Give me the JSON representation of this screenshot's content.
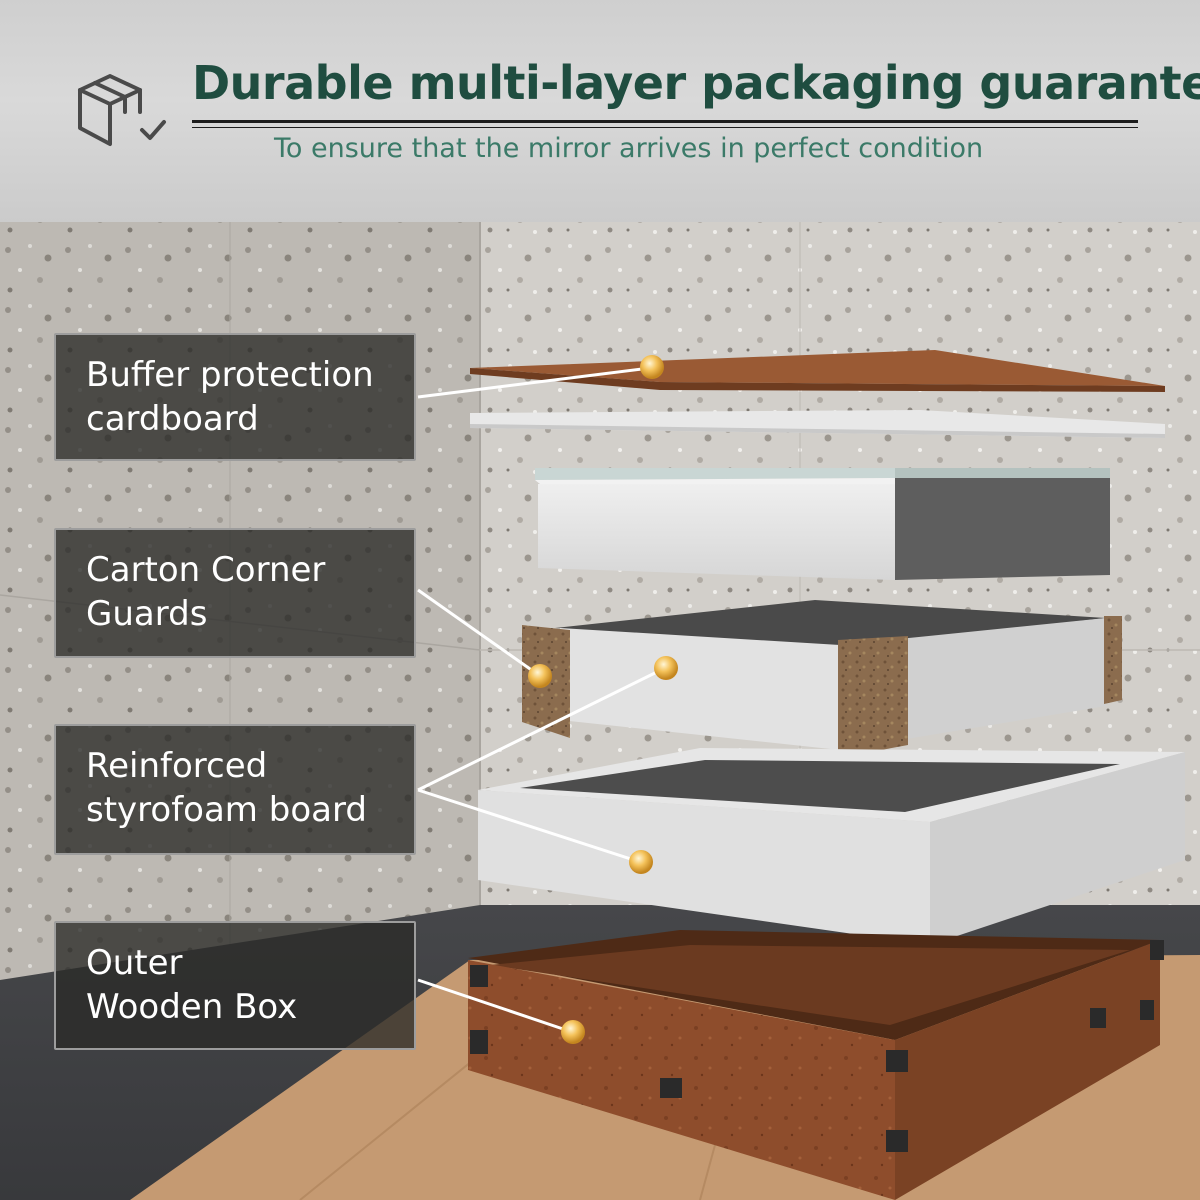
{
  "header": {
    "title": "Durable multi-layer packaging guarantee",
    "subtitle": "To ensure that the mirror arrives in perfect condition",
    "icon": "box-check-icon"
  },
  "labels": [
    {
      "line1": "Buffer protection",
      "line2": "cardboard"
    },
    {
      "line1": "Carton Corner",
      "line2": "Guards"
    },
    {
      "line1": "Reinforced",
      "line2": "styrofoam board"
    },
    {
      "line1": "Outer",
      "line2": "Wooden Box"
    }
  ],
  "colors": {
    "title": "#1f4d40",
    "subtitle": "#3b7a68",
    "label_bg": "#2a2a28",
    "wood": "#8a4a2a",
    "cardboard": "#b5773f",
    "foam": "#e4e4e4",
    "marker": "#f2b53a"
  }
}
